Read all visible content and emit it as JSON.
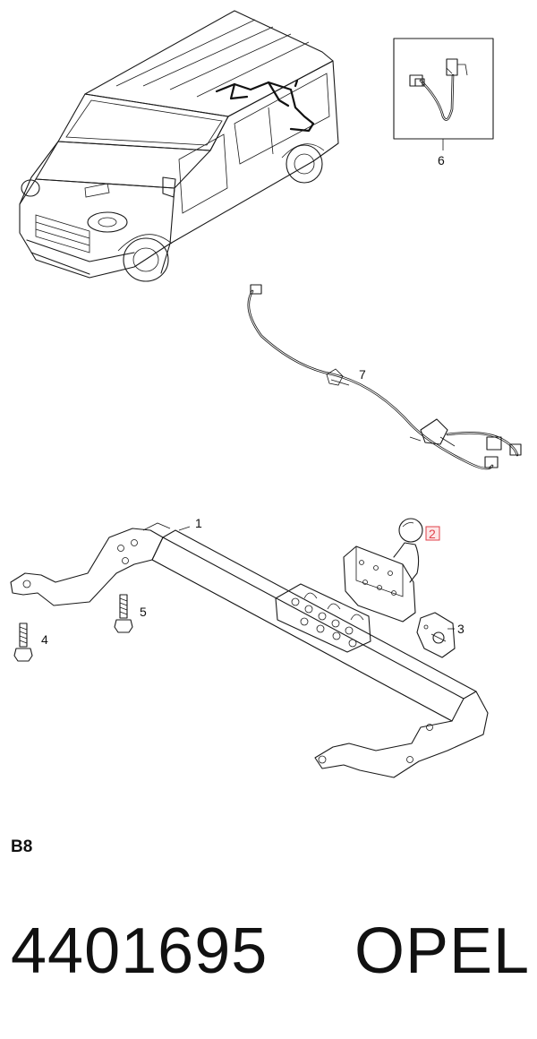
{
  "diagram": {
    "callouts": {
      "tow_bar": "1",
      "ball_coupling": "2",
      "socket_plate": "3",
      "bolt_a": "4",
      "bolt_b": "5",
      "harness_inset": "6",
      "harness_main": "7"
    },
    "highlighted_callout": "2",
    "colors": {
      "line": "#1a1a1a",
      "highlight": "#e0404a",
      "highlight_fill": "#fde6e7"
    }
  },
  "footer": {
    "section_code": "B8",
    "part_number": "4401695",
    "brand": "OPEL"
  }
}
